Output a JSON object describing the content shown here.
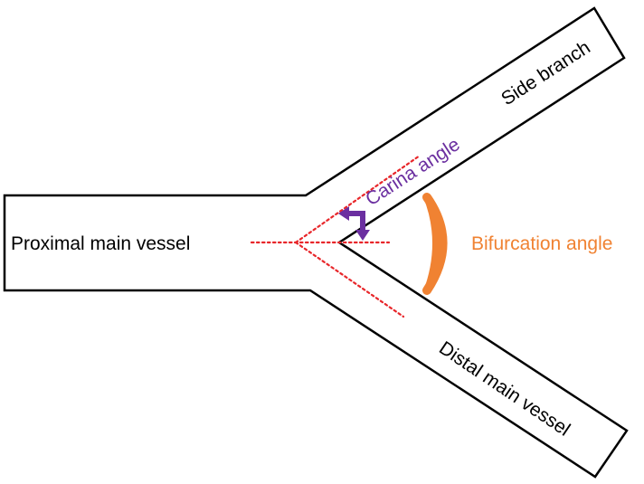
{
  "labels": {
    "proximal": "Proximal main vessel",
    "side_branch": "Side branch",
    "distal": "Distal main vessel",
    "carina": "Carina angle",
    "bifurcation": "Bifurcation angle"
  },
  "colors": {
    "outline": "#000000",
    "axis": "#e8262a",
    "carina": "#6b2fa0",
    "bifurcation": "#f08232",
    "text": "#000000"
  }
}
